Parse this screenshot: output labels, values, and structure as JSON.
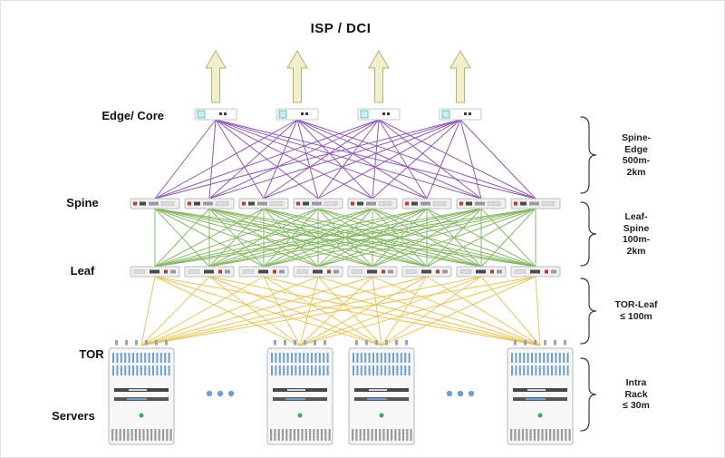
{
  "title": "ISP / DCI",
  "layers": {
    "edge": {
      "label": "Edge/ Core",
      "count": 4
    },
    "spine": {
      "label": "Spine",
      "count": 8
    },
    "leaf": {
      "label": "Leaf",
      "count": 8
    },
    "tor": {
      "label": "TOR",
      "count": 4
    },
    "servers": {
      "label": "Servers"
    }
  },
  "uplinks": {
    "count": 4
  },
  "annotations": [
    {
      "id": "spine-edge",
      "lines": [
        "Spine-",
        "Edge",
        "500m-",
        "2km"
      ]
    },
    {
      "id": "leaf-spine",
      "lines": [
        "Leaf-",
        "Spine",
        "100m-",
        "2km"
      ]
    },
    {
      "id": "tor-leaf",
      "lines": [
        "TOR-Leaf",
        "≤ 100m"
      ]
    },
    {
      "id": "intra-rack",
      "lines": [
        "Intra",
        "Rack",
        "≤ 30m"
      ]
    }
  ],
  "colors": {
    "edge_spine_link": "#7e3ca8",
    "spine_leaf_link": "#72ad4a",
    "leaf_tor_link": "#e9bd45",
    "uplink_arrow_fill": "#f3eecb",
    "uplink_arrow_stroke": "#b8b07a",
    "bracket": "#3a3a3a",
    "rack_stripe": "#6f9fce",
    "status_green": "#46a758"
  }
}
